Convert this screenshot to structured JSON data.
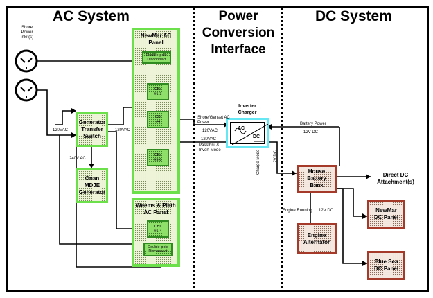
{
  "sections": {
    "ac_title": "AC System",
    "pc_title": "Power Conversion Interface",
    "dc_title": "DC System"
  },
  "ac": {
    "shore_inlet": "Shore Power Inlet(s)",
    "newmar_panel": "NewMar AC Panel",
    "newmar_disconnect": "Double-pole Disconnect",
    "cbs_1_3": "CBs #1-3",
    "cb_4": "CB #4",
    "cbs_5_8": "CBs #5-8",
    "generator_switch": "Generator Transfer Switch",
    "generator": "Onan MDJE Generator",
    "weems_panel": "Weems & Plath AC Panel",
    "weems_cbs": "CBs #1-4",
    "weems_disconnect": "Double-pole Disconnect",
    "label_120vac_left": "120VAC",
    "label_120vac_right": "120VAC",
    "label_240vac": "240V AC"
  },
  "pc": {
    "inverter": "Inverter Charger",
    "inv_ac": "AC",
    "inv_dc": "DC",
    "shore_gen": "Shore/Genset AC Power",
    "shore_gen_v": "120VAC",
    "passthru_v": "120VAC",
    "passthru": "Passthru & Invert Mode",
    "charge_mode": "Charge Mode",
    "charge_v": "12V DC"
  },
  "dc": {
    "battery_power": "Battery Power",
    "battery_v": "12V DC",
    "house_bank": "House Battery Bank",
    "direct_dc": "Direct DC Attachment(s)",
    "engine_running": "Engine Running",
    "engine_v": "12V DC",
    "alternator": "Engine Alternator",
    "newmar_dc": "NewMar DC Panel",
    "bluesea_dc": "Blue Sea DC Panel"
  }
}
